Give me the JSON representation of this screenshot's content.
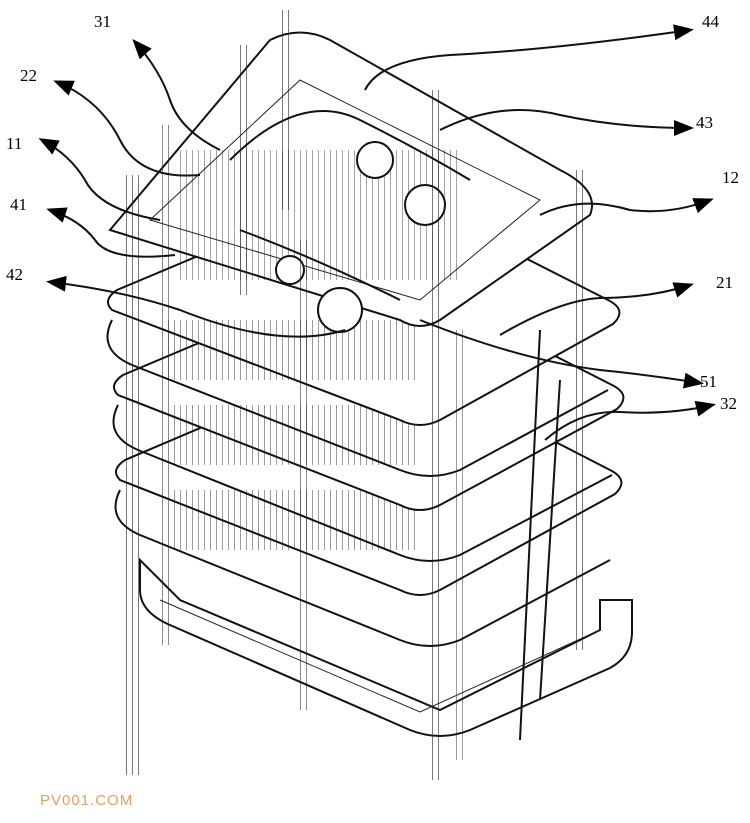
{
  "labels": {
    "l31": "31",
    "l22": "22",
    "l11": "11",
    "l41": "41",
    "l42": "42",
    "l44": "44",
    "l43": "43",
    "l12": "12",
    "l21": "21",
    "l51": "51",
    "l32": "32"
  },
  "watermark": "PV001.COM"
}
